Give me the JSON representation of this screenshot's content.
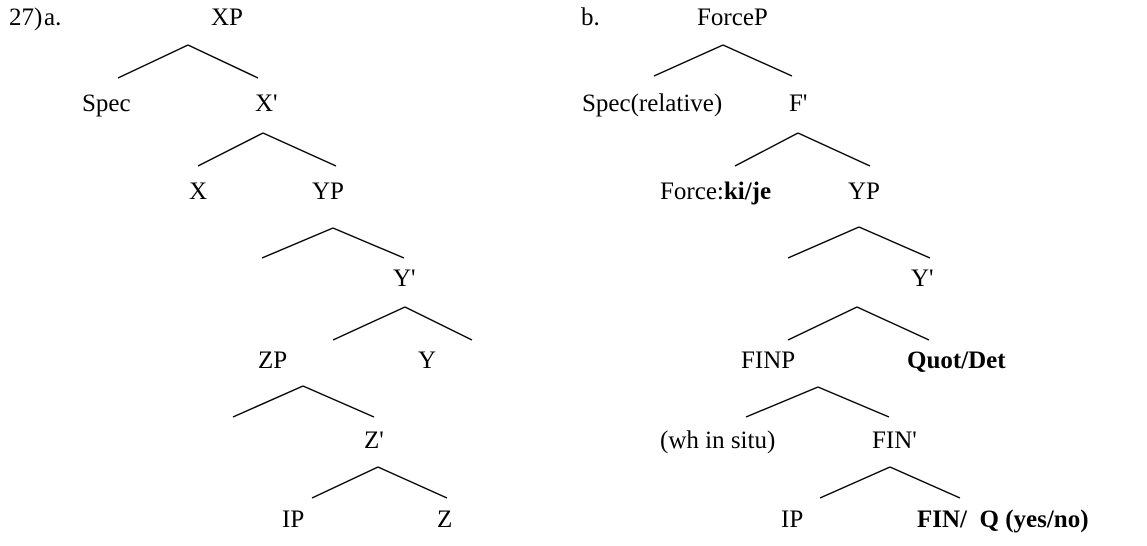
{
  "example_number": "27)",
  "tree_a": {
    "letter": "a.",
    "nodes": {
      "xp": "XP",
      "spec": "Spec",
      "x_bar": "X'",
      "x": "X",
      "yp": "YP",
      "y_bar": "Y'",
      "zp": "ZP",
      "y": "Y",
      "z_bar": "Z'",
      "ip": "IP",
      "z": "Z"
    }
  },
  "tree_b": {
    "letter": "b.",
    "nodes": {
      "forcep": "ForceP",
      "spec_relative": "Spec(relative)",
      "f_bar": "F'",
      "force_prefix": "Force:",
      "force_value": "ki/je",
      "yp": "YP",
      "y_bar": "Y'",
      "finp": "FINP",
      "quot_det": "Quot/Det",
      "wh_in_situ": "(wh in situ)",
      "fin_bar": "FIN'",
      "ip": "IP",
      "fin_q": "FIN/  Q (yes/no)"
    }
  }
}
